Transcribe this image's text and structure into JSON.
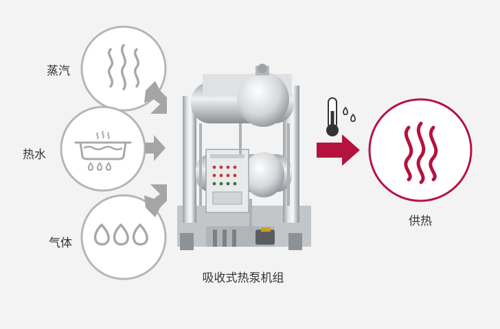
{
  "inputs": [
    {
      "label": "蒸汽",
      "icon": "steam-icon"
    },
    {
      "label": "热水",
      "icon": "hot-water-icon"
    },
    {
      "label": "气体",
      "icon": "gas-flame-icon"
    }
  ],
  "machine": {
    "caption": "吸收式热泵机组",
    "icon": "absorption-heat-pump-unit"
  },
  "output": {
    "label": "供热",
    "icon": "heat-waves-icon",
    "indicator_icon": "thermometer-droplets-icon"
  },
  "colors": {
    "background": "#f3f3f3",
    "circle_gray": "#b5b5b5",
    "icon_gray": "#a8a8a8",
    "arrow_gray": "#a5a5a5",
    "accent": "#b5123f",
    "text": "#333333"
  }
}
